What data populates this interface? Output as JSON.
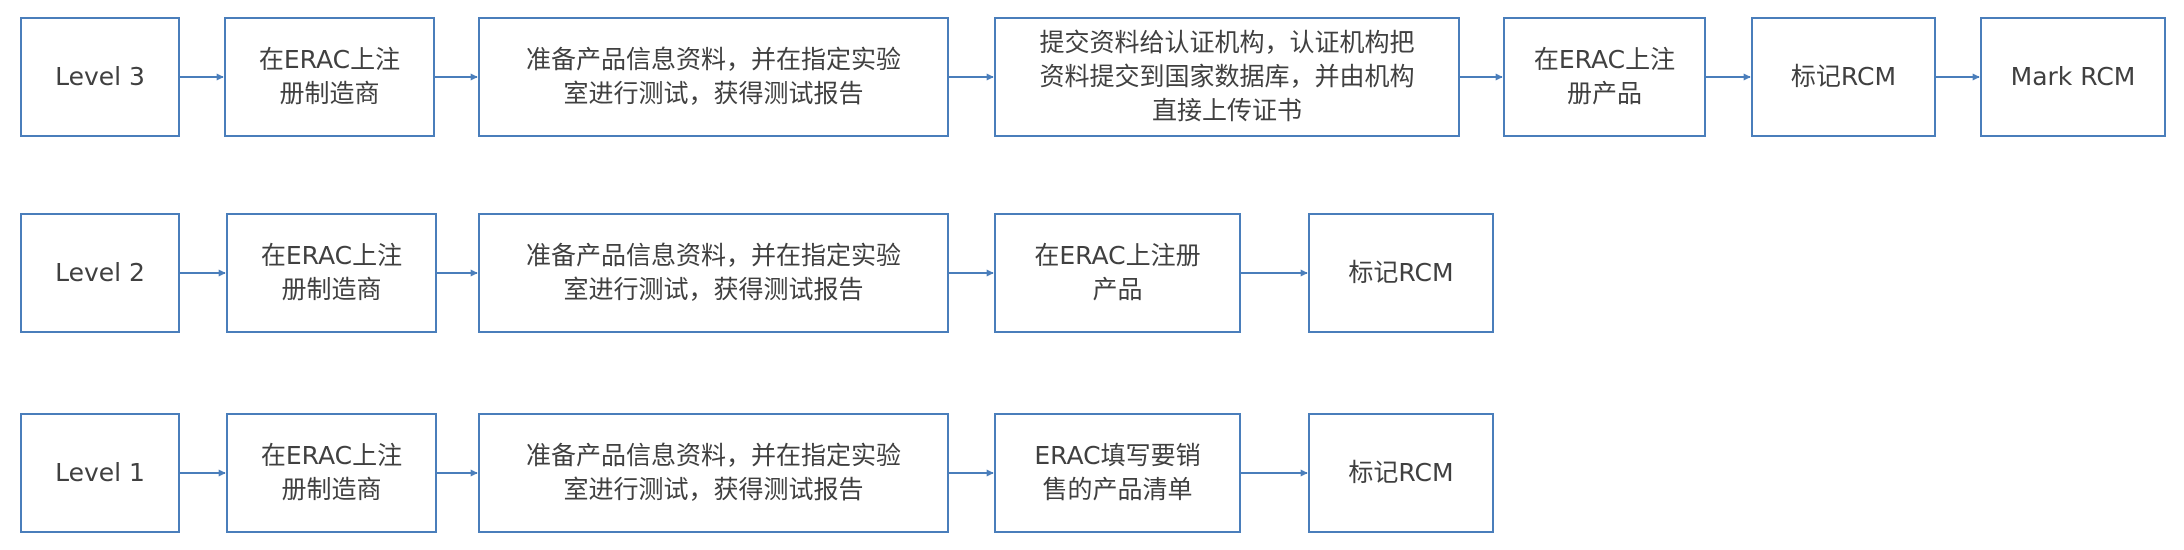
{
  "colors": {
    "box_border": "#4a7ebb",
    "arrow": "#4a7ebb",
    "text": "#404040",
    "background": "#ffffff"
  },
  "rows": [
    {
      "level": "Level 3",
      "steps": [
        "在ERAC上注\n册制造商",
        "准备产品信息资料，并在指定实验\n室进行测试，获得测试报告",
        "提交资料给认证机构，认证机构把\n资料提交到国家数据库，并由机构\n直接上传证书",
        "在ERAC上注\n册产品",
        "标记RCM",
        "Mark RCM"
      ]
    },
    {
      "level": "Level 2",
      "steps": [
        "在ERAC上注\n册制造商",
        "准备产品信息资料，并在指定实验\n室进行测试，获得测试报告",
        "在ERAC上注册\n产品",
        "标记RCM"
      ]
    },
    {
      "level": "Level 1",
      "steps": [
        "在ERAC上注\n册制造商",
        "准备产品信息资料，并在指定实验\n室进行测试，获得测试报告",
        "ERAC填写要销\n售的产品清单",
        "标记RCM"
      ]
    }
  ]
}
